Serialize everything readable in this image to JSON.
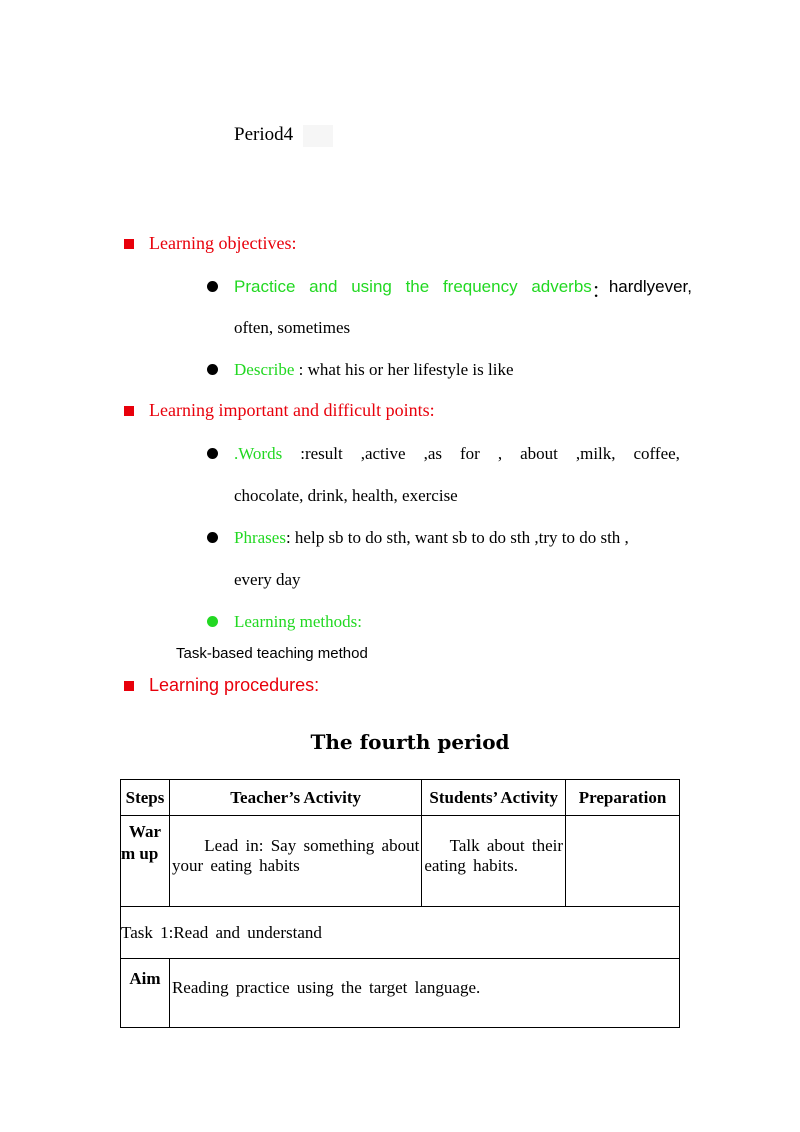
{
  "period_title": "Period4",
  "objectives": {
    "heading": "Learning objectives:",
    "item1": {
      "label": "Practice and using the frequency adverbs",
      "colon": "：",
      "line1_words": [
        "hardly",
        "ever,"
      ],
      "line2": "often, sometimes"
    },
    "item2": {
      "label": "Describe",
      "text": " : what his or her lifestyle is like"
    }
  },
  "points": {
    "heading": "Learning important and difficult points:",
    "words": {
      "label": ".Words",
      "line1_words": [
        ":result",
        ",active",
        ",as",
        "for",
        ",",
        "about",
        ",milk,",
        "coffee,"
      ],
      "line2": "chocolate, drink, health, exercise"
    },
    "phrases": {
      "label": "Phrases",
      "text": ": help sb to do sth, want sb to do sth ,try to do sth ,",
      "line2": "every day"
    },
    "methods_label": "Learning methods:",
    "methods_text": "Task-based teaching method"
  },
  "procedures_heading": "Learning procedures:",
  "table": {
    "title": "The fourth period",
    "headers": [
      "Steps",
      "Teacher’s Activity",
      "Students’ Activity",
      "Preparation"
    ],
    "warm_up": {
      "step_line1": "War",
      "step_line2": "m up",
      "teacher_line1": "Lead in: Say something about",
      "teacher_line2": "your eating habits",
      "students_line1": "Talk about their",
      "students_line2": "eating habits."
    },
    "task1": "Task 1:Read and understand",
    "aim_label": "Aim",
    "aim_text": "Reading practice using the target language."
  }
}
